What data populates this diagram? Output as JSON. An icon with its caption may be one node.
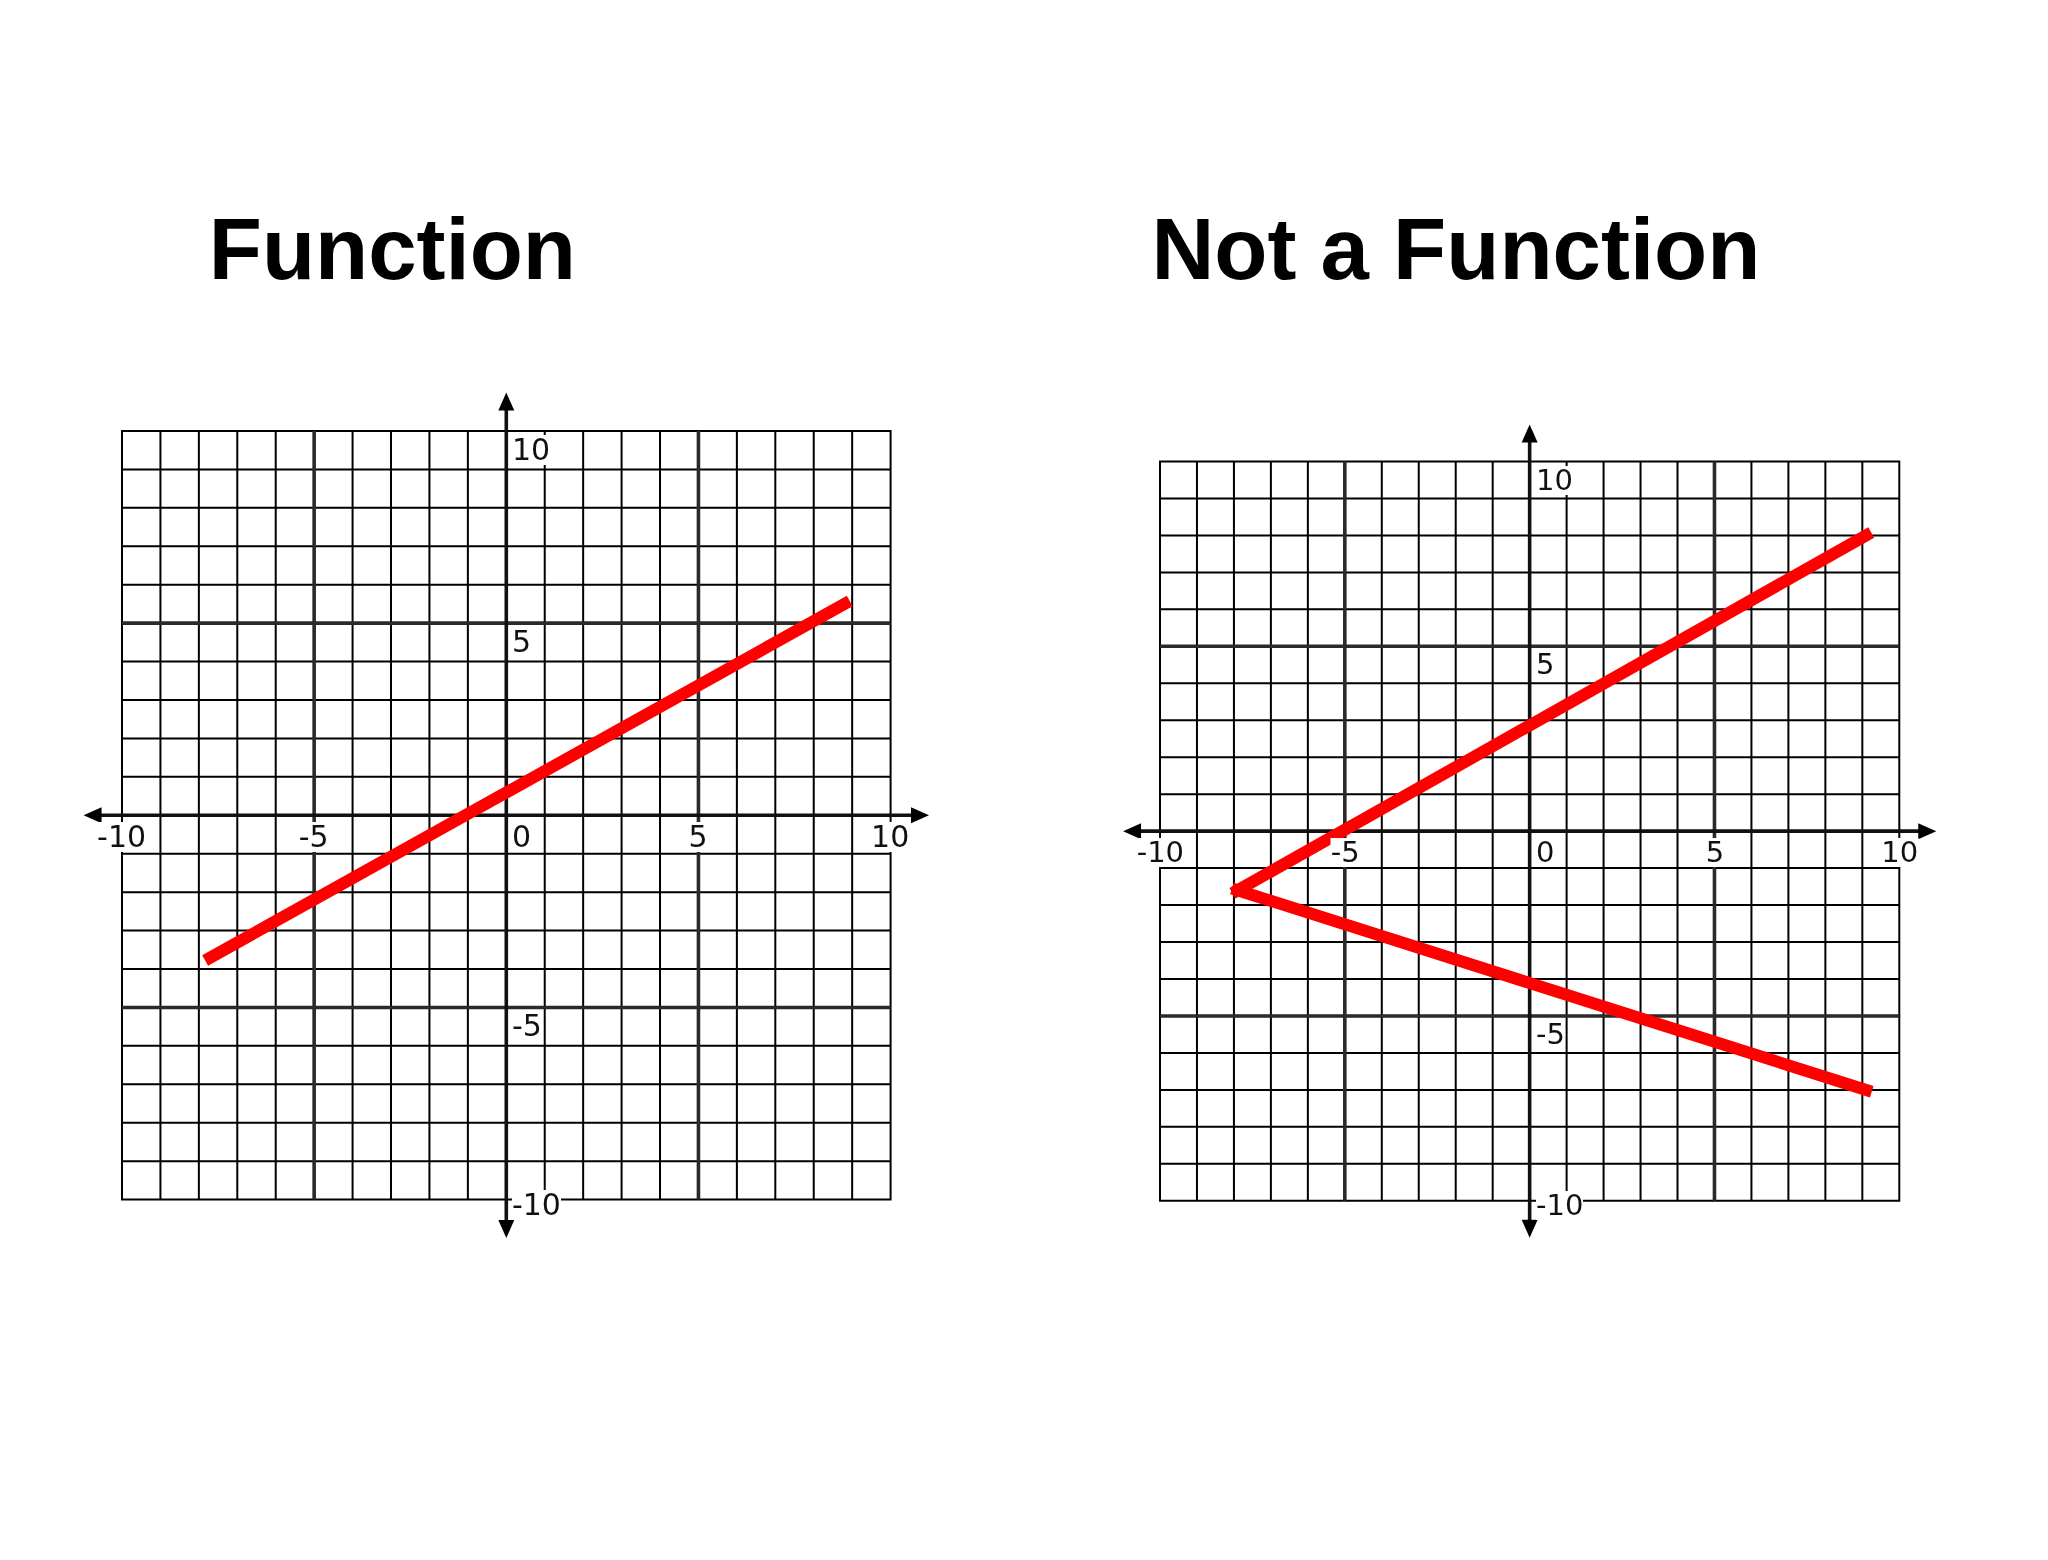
{
  "diagram": {
    "chart_data": [
      {
        "type": "line",
        "title": "Function",
        "x": [
          -7.7,
          8.8
        ],
        "series": [
          {
            "color": "#ff0000",
            "values": [
              -3.7,
              5.5
            ]
          }
        ],
        "xlim": [
          -10,
          10
        ],
        "ylim": [
          -10,
          10
        ],
        "xticks": [
          -10,
          -5,
          0,
          5,
          10
        ],
        "yticks": [
          -10,
          -5,
          5,
          10
        ],
        "grid": true
      },
      {
        "type": "line",
        "title": "Not a Function",
        "x": [
          -7.9,
          9.1
        ],
        "series": [
          {
            "color": "#ff0000",
            "values": [
              -1.6,
              8.0
            ]
          },
          {
            "color": "#ff0000",
            "values": [
              -1.6,
              -7.0
            ]
          }
        ],
        "xlim": [
          -10,
          10
        ],
        "ylim": [
          -10,
          10
        ],
        "xticks": [
          -10,
          -5,
          0,
          5,
          10
        ],
        "yticks": [
          -10,
          -5,
          5,
          10
        ],
        "grid": true
      }
    ]
  }
}
